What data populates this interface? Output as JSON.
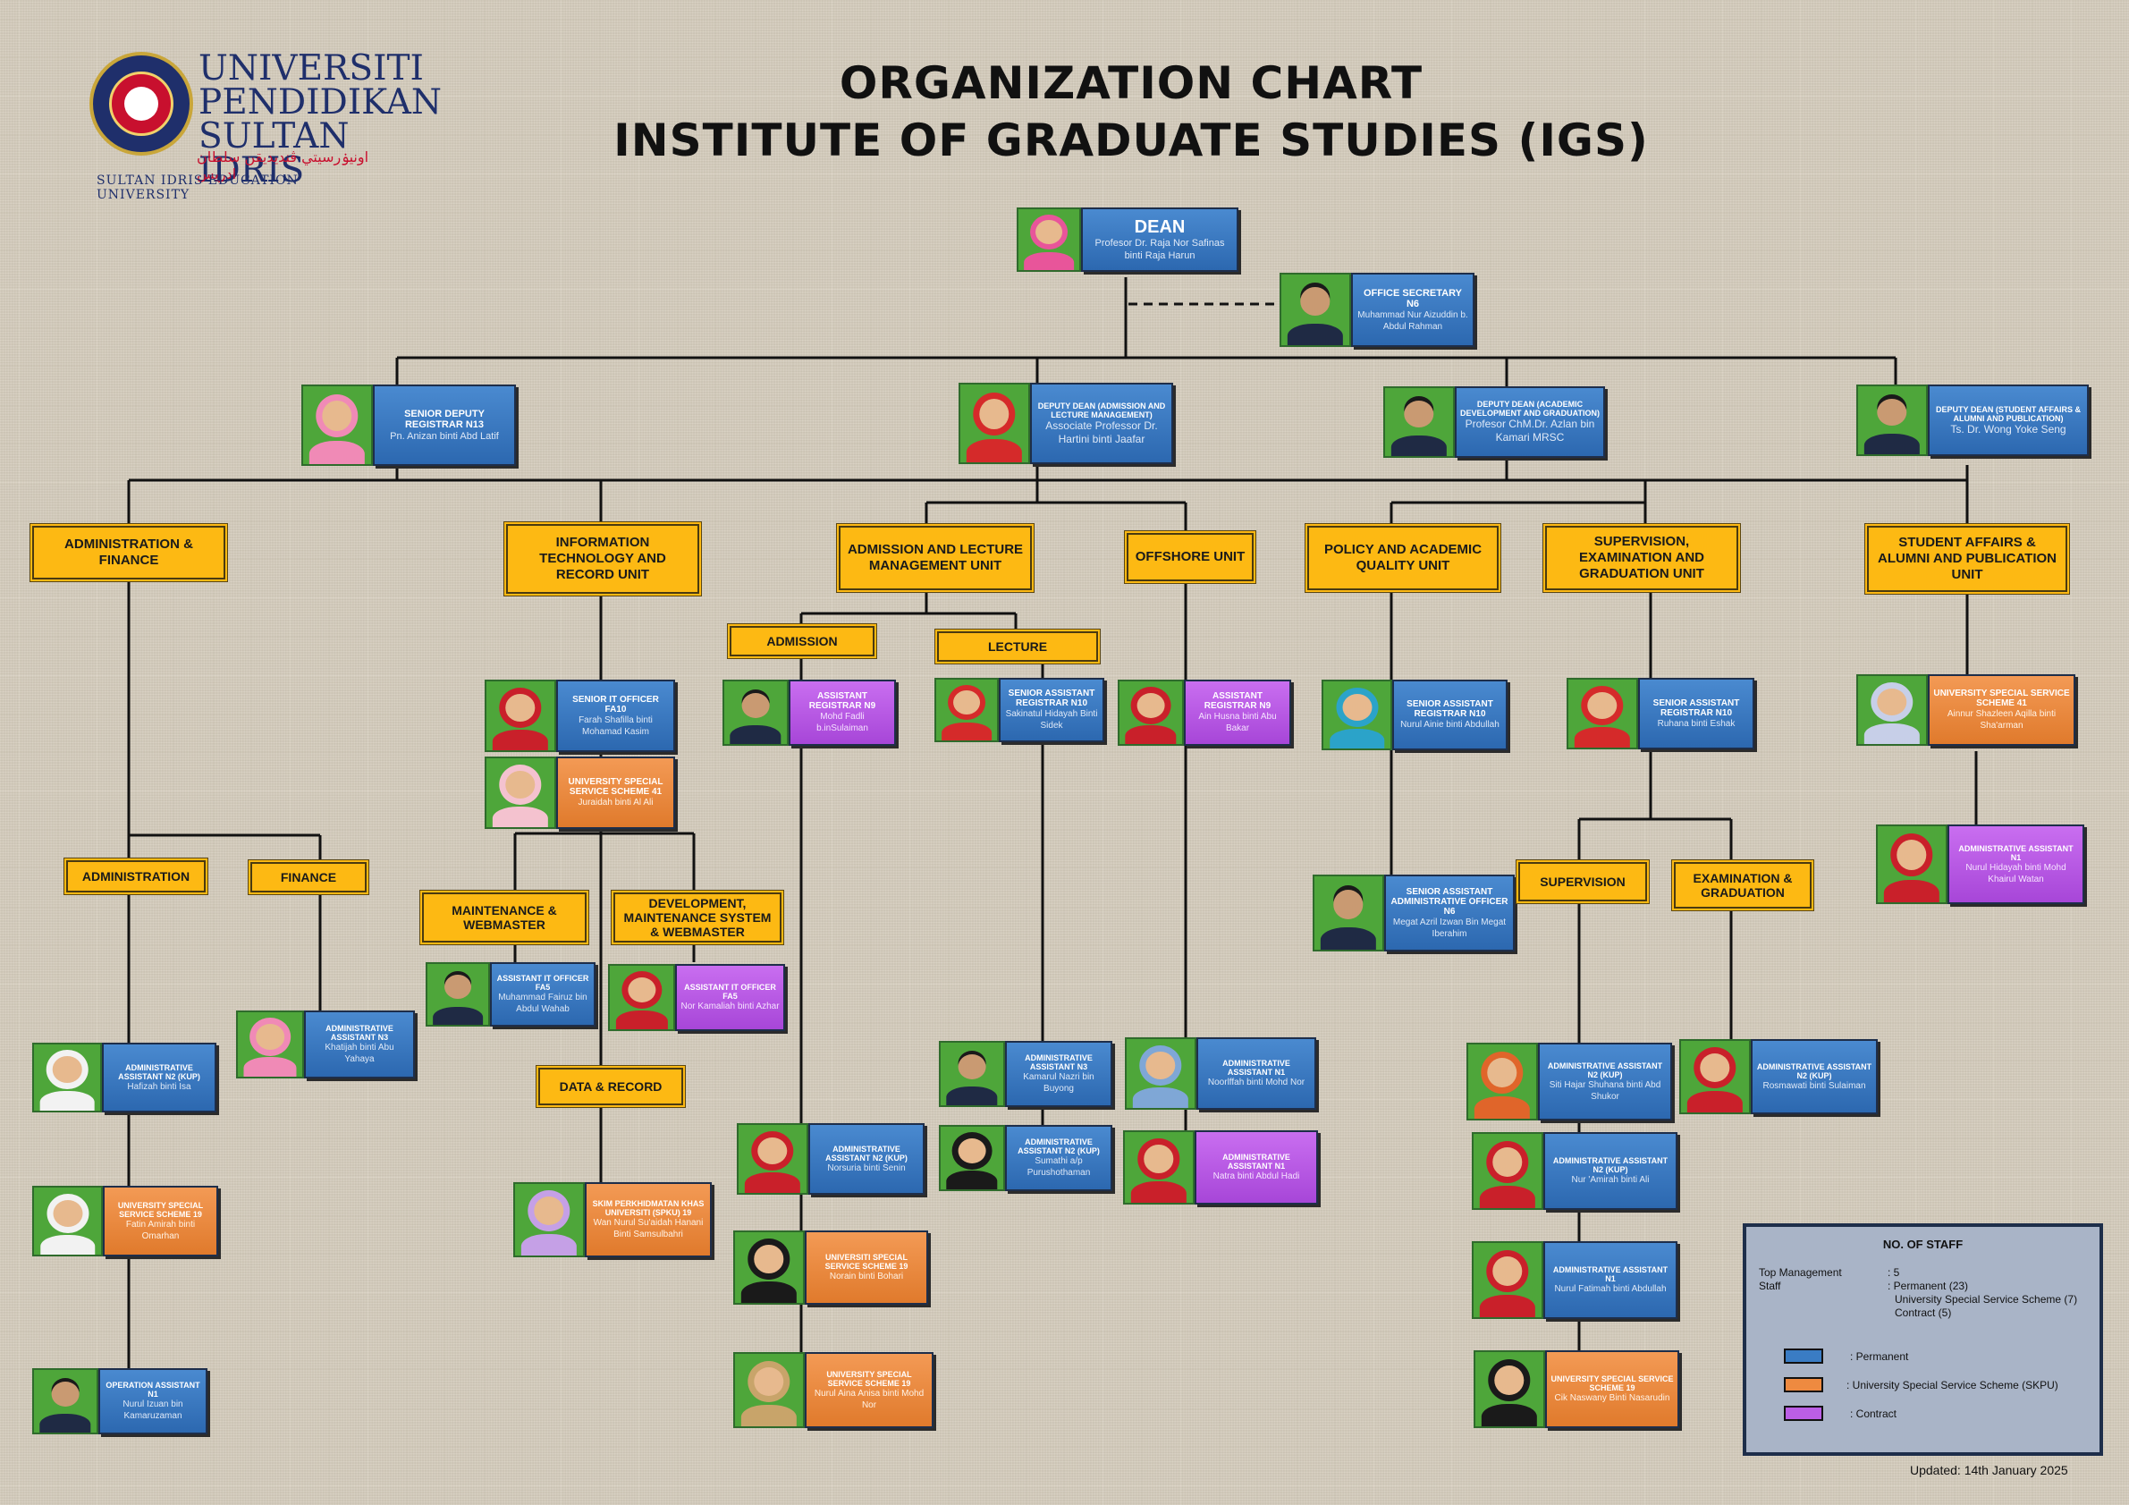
{
  "title": {
    "line1": "ORGANIZATION CHART",
    "line2": "INSTITUTE OF GRADUATE STUDIES (IGS)"
  },
  "logo": {
    "line1": "UNIVERSITI",
    "line2": "PENDIDIKAN",
    "line3": "SULTAN IDRIS",
    "jawi": "اونيۏرسيتي ڤنديديقن سلطان ادريس",
    "english": "SULTAN IDRIS EDUCATION UNIVERSITY"
  },
  "people": {
    "dean": {
      "title": "DEAN",
      "name": "Profesor Dr. Raja Nor Safinas binti Raja Harun"
    },
    "secretary": {
      "title": "OFFICE SECRETARY N6",
      "name": "Muhammad Nur Aizuddin b. Abdul Rahman"
    },
    "senior_deputy_registrar": {
      "title": "SENIOR DEPUTY REGISTRAR N13",
      "name": "Pn. Anizan binti Abd Latif"
    },
    "deputy_dean_admission": {
      "title": "DEPUTY DEAN (ADMISSION AND LECTURE MANAGEMENT)",
      "name": "Associate Professor Dr. Hartini binti Jaafar"
    },
    "deputy_dean_academic": {
      "title": "DEPUTY DEAN (ACADEMIC DEVELOPMENT AND GRADUATION)",
      "name": "Profesor ChM.Dr. Azlan bin Kamari MRSC"
    },
    "deputy_dean_student": {
      "title": "DEPUTY DEAN (STUDENT AFFAIRS & ALUMNI AND PUBLICATION)",
      "name": "Ts. Dr. Wong Yoke Seng"
    },
    "senior_it_officer": {
      "title": "SENIOR IT OFFICER FA10",
      "name": "Farah Shafilla binti Mohamad Kasim"
    },
    "usss_it": {
      "title": "UNIVERSITY SPECIAL SERVICE SCHEME 41",
      "name": "Juraidah binti Al Ali"
    },
    "asst_registrar_admission": {
      "title": "ASSISTANT REGISTRAR N9",
      "name": "Mohd Fadli b.inSulaiman"
    },
    "senior_asst_registrar_lecture": {
      "title": "SENIOR ASSISTANT REGISTRAR N10",
      "name": "Sakinatul Hidayah Binti Sidek"
    },
    "asst_registrar_offshore": {
      "title": "ASSISTANT REGISTRAR N9",
      "name": "Ain Husna binti Abu Bakar"
    },
    "senior_asst_registrar_policy": {
      "title": "SENIOR ASSISTANT REGISTRAR N10",
      "name": "Nurul Ainie binti Abdullah"
    },
    "senior_asst_registrar_supervision": {
      "title": "SENIOR ASSISTANT REGISTRAR N10",
      "name": "Ruhana binti Eshak"
    },
    "usss_student": {
      "title": "UNIVERSITY SPECIAL SERVICE SCHEME 41",
      "name": "Ainnur Shazleen Aqilla binti Sha'arman"
    },
    "admin_asst_student": {
      "title": "ADMINISTRATIVE ASSISTANT N1",
      "name": "Nurul Hidayah binti Mohd Khairul Watan"
    },
    "senior_admin_officer": {
      "title": "SENIOR ASSISTANT ADMINISTRATIVE OFFICER N6",
      "name": "Megat Azril Izwan Bin Megat Iberahim"
    },
    "asst_it_maintenance": {
      "title": "ASSISTANT IT OFFICER FA5",
      "name": "Muhammad Fairuz bin Abdul Wahab"
    },
    "asst_it_development": {
      "title": "ASSISTANT IT OFFICER FA5",
      "name": "Nor Kamaliah binti Azhar"
    },
    "admin_asst_finance": {
      "title": "ADMINISTRATIVE ASSISTANT N3",
      "name": "Khatijah binti Abu Yahaya"
    },
    "admin_asst_administration": {
      "title": "ADMINISTRATIVE ASSISTANT N2 (KUP)",
      "name": "Hafizah binti Isa"
    },
    "usss_administration": {
      "title": "UNIVERSITY SPECIAL SERVICE SCHEME 19",
      "name": "Fatin Amirah binti Omarhan"
    },
    "operation_asst": {
      "title": "OPERATION ASSISTANT N1",
      "name": "Nurul Izuan bin Kamaruzaman"
    },
    "data_record_staff": {
      "title": "SKIM PERKHIDMATAN KHAS UNIVERSITI (SPKU) 19",
      "name": "Wan Nurul Su'aidah Hanani Binti Samsulbahri"
    },
    "admin_asst_admission": {
      "title": "ADMINISTRATIVE ASSISTANT N2 (KUP)",
      "name": "Norsuria binti Senin"
    },
    "usss_admission_1": {
      "title": "UNIVERSITI SPECIAL SERVICE SCHEME 19",
      "name": "Norain binti Bohari"
    },
    "usss_admission_2": {
      "title": "UNIVERSITY SPECIAL SERVICE SCHEME 19",
      "name": "Nurul Aina Anisa binti Mohd Nor"
    },
    "admin_asst_lecture_1": {
      "title": "ADMINISTRATIVE ASSISTANT N3",
      "name": "Kamarul Nazri bin Buyong"
    },
    "admin_asst_lecture_2": {
      "title": "ADMINISTRATIVE ASSISTANT N2 (KUP)",
      "name": "Sumathi a/p Purushothaman"
    },
    "admin_asst_offshore_1": {
      "title": "ADMINISTRATIVE ASSISTANT N1",
      "name": "Noorlffah binti Mohd Nor"
    },
    "admin_asst_offshore_2": {
      "title": "ADMINISTRATIVE ASSISTANT N1",
      "name": "Natra binti Abdul Hadi"
    },
    "admin_asst_supervision_1": {
      "title": "ADMINISTRATIVE ASSISTANT N2 (KUP)",
      "name": "Siti Hajar Shuhana binti Abd Shukor"
    },
    "admin_asst_supervision_2": {
      "title": "ADMINISTRATIVE ASSISTANT N2 (KUP)",
      "name": "Nur 'Amirah binti Ali"
    },
    "admin_asst_supervision_3": {
      "title": "ADMINISTRATIVE ASSISTANT N1",
      "name": "Nurul Fatimah binti Abdullah"
    },
    "usss_supervision": {
      "title": "UNIVERSITY SPECIAL SERVICE SCHEME 19",
      "name": "Cik Naswany Binti Nasarudin"
    },
    "admin_asst_exam": {
      "title": "ADMINISTRATIVE ASSISTANT N2 (KUP)",
      "name": "Rosmawati binti Sulaiman"
    }
  },
  "units": {
    "admin_finance": "ADMINISTRATION & FINANCE",
    "it_record": "INFORMATION TECHNOLOGY AND RECORD UNIT",
    "admission_lecture": "ADMISSION AND LECTURE MANAGEMENT UNIT",
    "offshore": "OFFSHORE UNIT",
    "policy": "POLICY AND ACADEMIC QUALITY UNIT",
    "supervision_exam": "SUPERVISION, EXAMINATION AND GRADUATION UNIT",
    "student_affairs": "STUDENT AFFAIRS & ALUMNI AND PUBLICATION UNIT",
    "admission": "ADMISSION",
    "lecture": "LECTURE",
    "administration": "ADMINISTRATION",
    "finance": "FINANCE",
    "maintenance": "MAINTENANCE & WEBMASTER",
    "development": "DEVELOPMENT, MAINTENANCE SYSTEM & WEBMASTER",
    "data_record": "DATA & RECORD",
    "supervision": "SUPERVISION",
    "exam_grad": "EXAMINATION & GRADUATION"
  },
  "legend": {
    "title": "NO. OF STAFF",
    "top_management_label": "Top Management",
    "top_management_value": ": 5",
    "staff_label": "Staff",
    "staff_permanent": ": Permanent (23)",
    "staff_usss": "University Special Service Scheme (7)",
    "staff_contract": "Contract (5)",
    "permanent": ": Permanent",
    "usss": ": University Special Service Scheme (SKPU)",
    "contract": ": Contract",
    "colors": {
      "permanent": "#3a7cc4",
      "usss": "#ee8a40",
      "contract": "#bb5ee6"
    }
  },
  "updated": "Updated: 14th January 2025"
}
